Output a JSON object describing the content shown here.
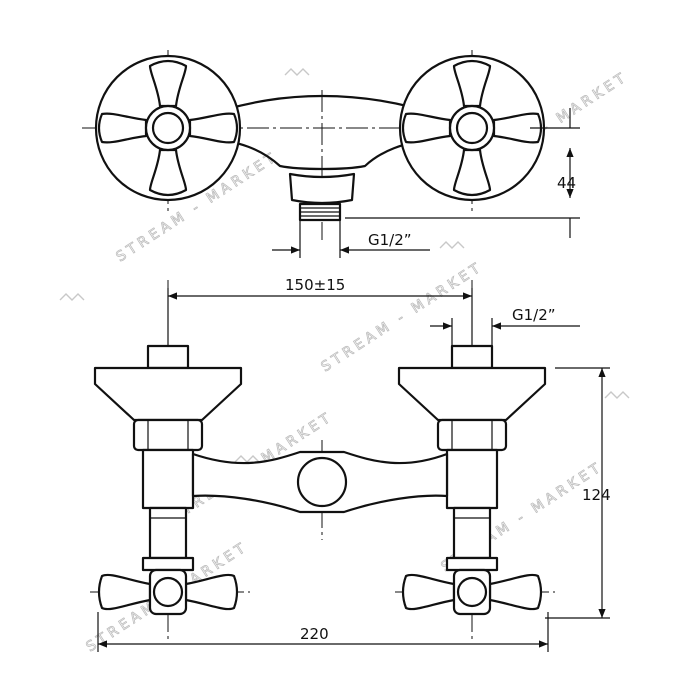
{
  "dimensions": {
    "outlet_thread_top": "G1/2”",
    "outlet_thread_front": "G1/2”",
    "height_top": "44",
    "centre_distance": "150±15",
    "height_front": "124",
    "overall_width": "220"
  },
  "watermark": {
    "text": "STREAM - MARKET"
  }
}
